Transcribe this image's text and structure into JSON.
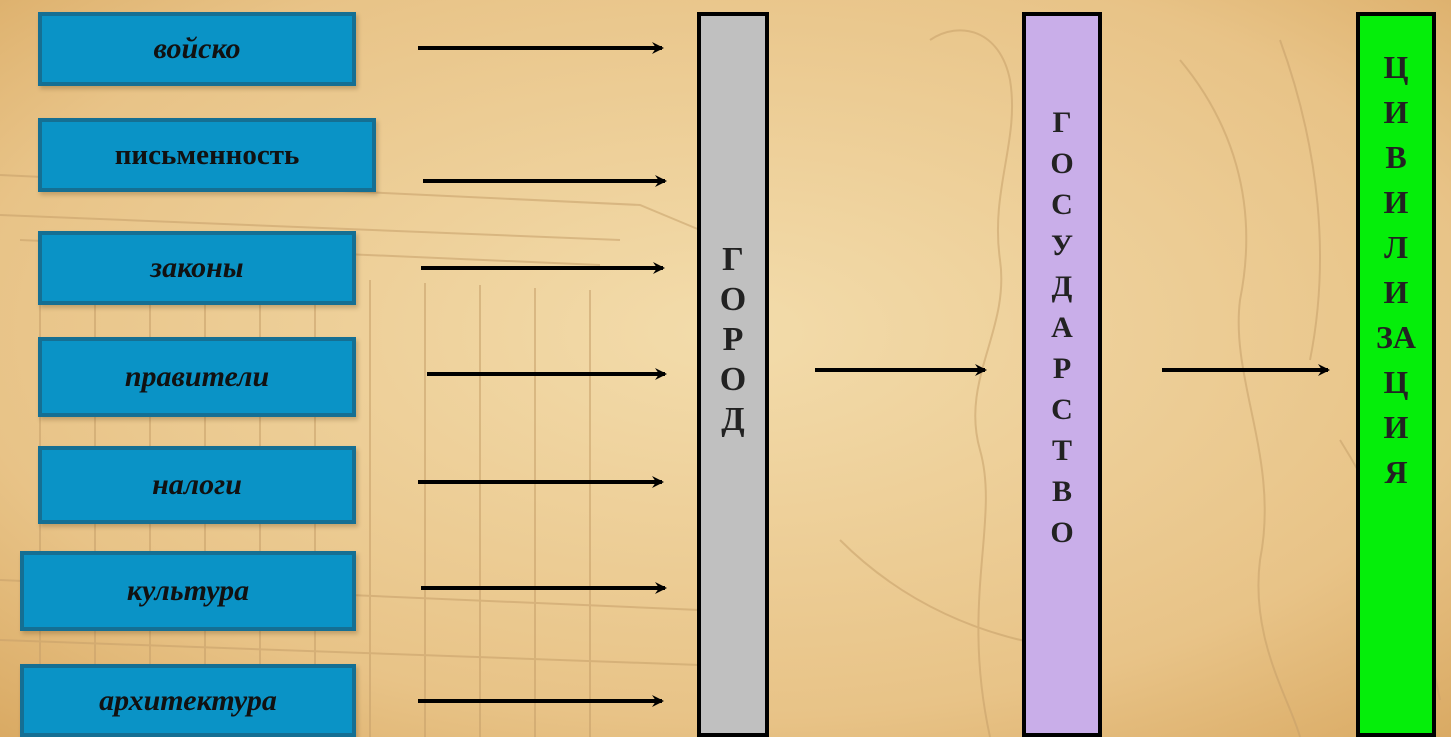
{
  "categories": [
    {
      "label": "войско",
      "italic": true
    },
    {
      "label": "письменность",
      "italic": false
    },
    {
      "label": "законы",
      "italic": true
    },
    {
      "label": "правители",
      "italic": true
    },
    {
      "label": "налоги",
      "italic": true
    },
    {
      "label": "культура",
      "italic": true
    },
    {
      "label": "архитектура",
      "italic": true
    }
  ],
  "columns": {
    "city": {
      "letters": [
        "Г",
        "О",
        "Р",
        "О",
        "Д"
      ],
      "color": "#c0c0c0"
    },
    "state": {
      "letters": [
        "Г",
        "О",
        "С",
        "У",
        "Д",
        "А",
        "Р",
        "С",
        "Т",
        "В",
        "О"
      ],
      "color": "#c9aee9"
    },
    "civilization": {
      "letters": [
        "Ц",
        "И",
        "В",
        "И",
        "Л",
        "И",
        "ЗА",
        "Ц",
        "И",
        "Я"
      ],
      "color": "#05ee0a"
    }
  },
  "colors": {
    "box_fill": "#0a93c6",
    "box_border": "#156f93",
    "background": "#e9c98f",
    "arrow": "#000000"
  }
}
